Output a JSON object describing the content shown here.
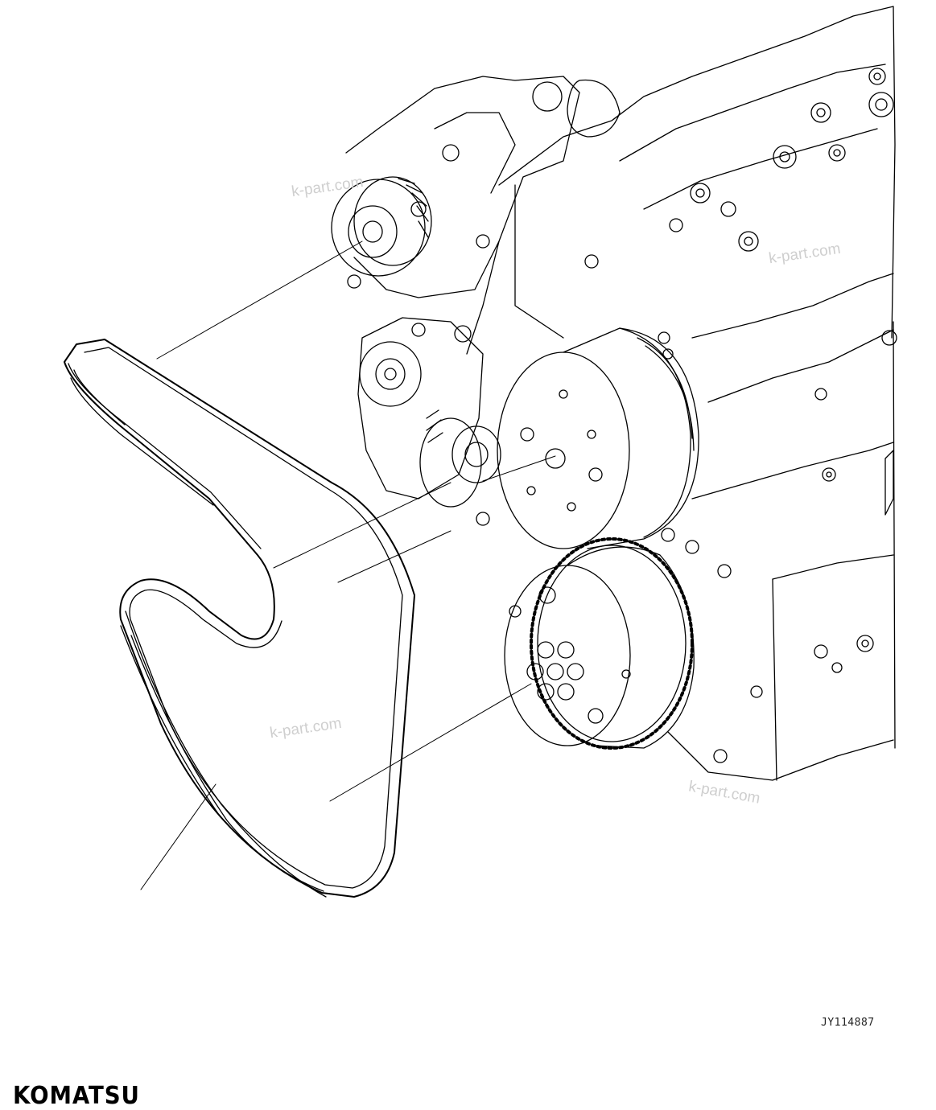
{
  "figure": {
    "drawing_id": "JY114887",
    "brand": "KOMATSU"
  },
  "watermarks": [
    "k-part.com",
    "k-part.com",
    "k-part.com",
    "k-part.com"
  ],
  "colors": {
    "line": "#000000",
    "watermark": "#cfcfcf",
    "background": "#ffffff"
  }
}
